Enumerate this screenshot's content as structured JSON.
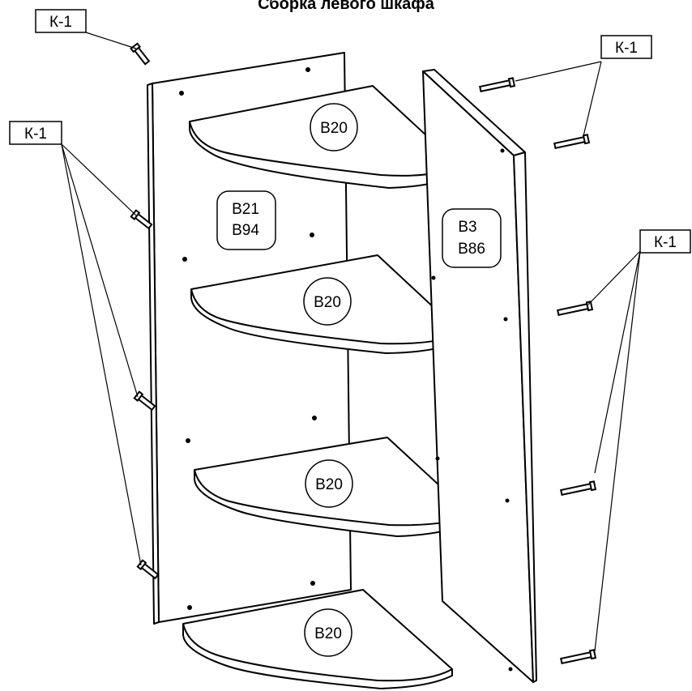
{
  "title": "Сборка левого шкафа",
  "fastener_label": "К-1",
  "labels": {
    "shelf": "В20",
    "left_panel_line1": "В21",
    "left_panel_line2": "В94",
    "right_panel_line1": "В3",
    "right_panel_line2": "В86"
  }
}
